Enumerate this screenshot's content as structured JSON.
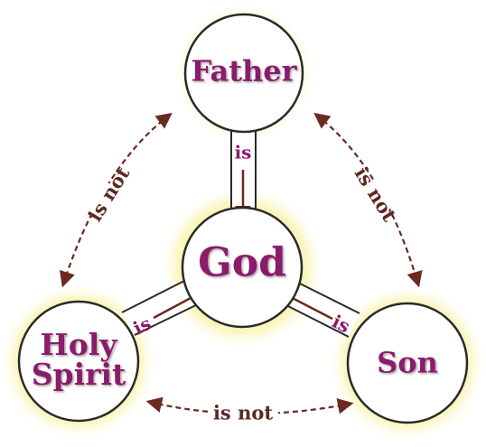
{
  "nodes": {
    "father": "Father",
    "god": "God",
    "holy_spirit_line1": "Holy",
    "holy_spirit_line2": "Spirit",
    "son": "Son"
  },
  "relations": {
    "father_god": "is",
    "spirit_god": "is",
    "son_god": "is",
    "father_spirit": "is not",
    "father_son": "is not",
    "spirit_son": "is not"
  },
  "colors": {
    "node_text": "#8b1a6b",
    "is_text": "#8b1a6b",
    "is_not_text": "#5a2a23",
    "arrow": "#6b2a20",
    "glow": "#f5ec7a",
    "circle_stroke": "#2a2a2a"
  }
}
